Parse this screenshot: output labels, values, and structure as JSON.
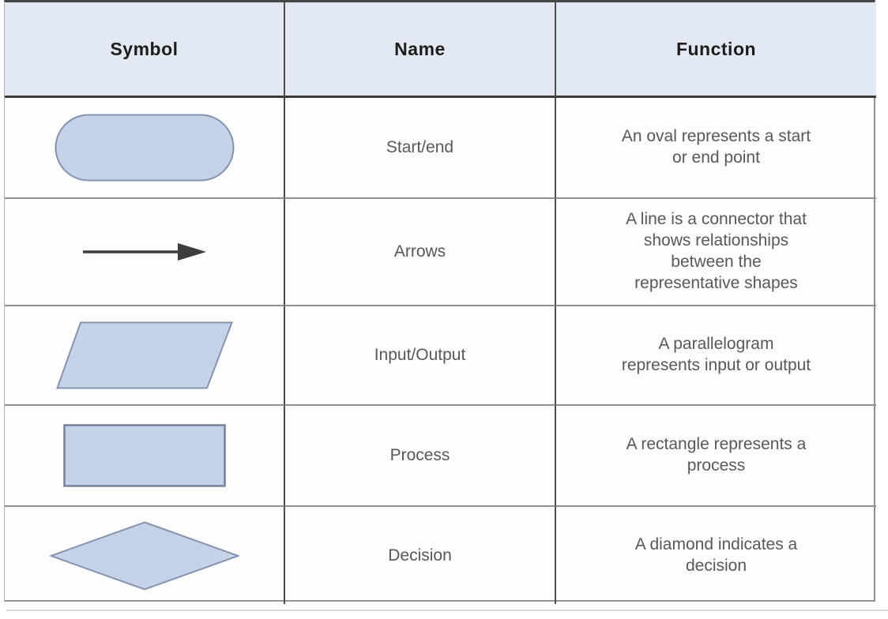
{
  "table": {
    "headers": [
      {
        "label": "Symbol"
      },
      {
        "label": "Name"
      },
      {
        "label": "Function"
      }
    ],
    "rows": [
      {
        "symbol": "oval",
        "name": "Start/end",
        "function": "An oval represents a start\nor end point"
      },
      {
        "symbol": "arrow",
        "name": "Arrows",
        "function": "A line is a connector that\nshows relationships\nbetween the\nrepresentative shapes"
      },
      {
        "symbol": "parallelogram",
        "name": "Input/Output",
        "function": "A parallelogram\nrepresents input or output"
      },
      {
        "symbol": "rectangle",
        "name": "Process",
        "function": "A rectangle represents a\nprocess"
      },
      {
        "symbol": "diamond",
        "name": "Decision",
        "function": "A diamond indicates a\ndecision"
      }
    ],
    "colors": {
      "header_bg": "#e3e9f3",
      "shape_fill": "#c5d3e8",
      "shape_stroke": "#8593b1",
      "arrow": "#3d3d3d",
      "header_text": "#1d1d1d",
      "body_text": "#585858"
    }
  }
}
